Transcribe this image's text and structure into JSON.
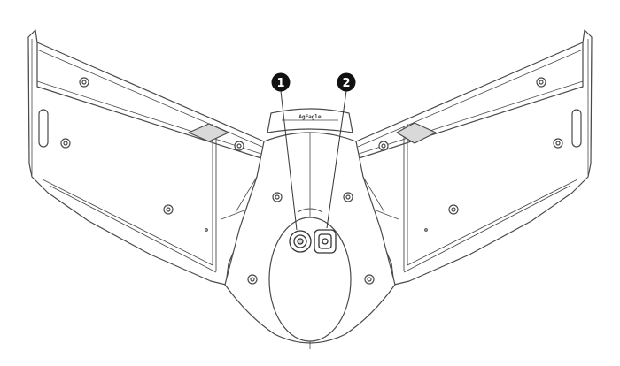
{
  "diagram": {
    "callouts": [
      {
        "label": "1"
      },
      {
        "label": "2"
      }
    ],
    "stamp_text": "AgEagle",
    "colors": {
      "line": "#4a4a4a",
      "fill": "#ffffff",
      "shade": "#d9d9d9",
      "callout": "#111111"
    }
  }
}
